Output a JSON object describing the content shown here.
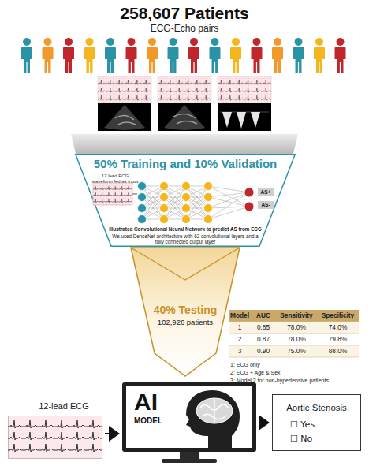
{
  "diagram": {
    "title": "258,607 Patients",
    "nodes": [
      {
        "text": [
          "50% Training and 10% Validation",
          "12 lead ECG waveform fed as input",
          "Illustrated Convolutional Neural Network to predict AS from ECG",
          "We used DenseNet architecture with 62 convolutional layers and a fully connected output layer"
        ]
      },
      {
        "text": [
          "AS+"
        ],
        "in": 0
      },
      {
        "text": [
          "AS-"
        ],
        "in": 0
      },
      {
        "text": [
          "40% Testing",
          "102,926 patients"
        ]
      },
      {
        "text": [
          "12-lead ECG"
        ]
      },
      {
        "text": [
          "AI",
          "MODEL"
        ]
      },
      {
        "text": [
          "Aortic Stenosis",
          "☐ Yes",
          "☐ No"
        ]
      }
    ],
    "edges": [
      {
        "from": 4,
        "to": 5,
        "arrow": "to"
      },
      {
        "from": 5,
        "to": 6,
        "arrow": "to"
      }
    ],
    "labels": [
      "ECG-Echo pairs",
      "Model",
      "AUC",
      "Sensitivity",
      "Specificity",
      "1",
      "0.85",
      "78.0%",
      "74.0%",
      "2",
      "0.87",
      "78.0%",
      "79.8%",
      "3",
      "0.90",
      "75.0%",
      "88.0%",
      "1: ECG only",
      "2: ECG + Age & Sex",
      "3: Model 2 for non-hypertensive patients"
    ]
  }
}
